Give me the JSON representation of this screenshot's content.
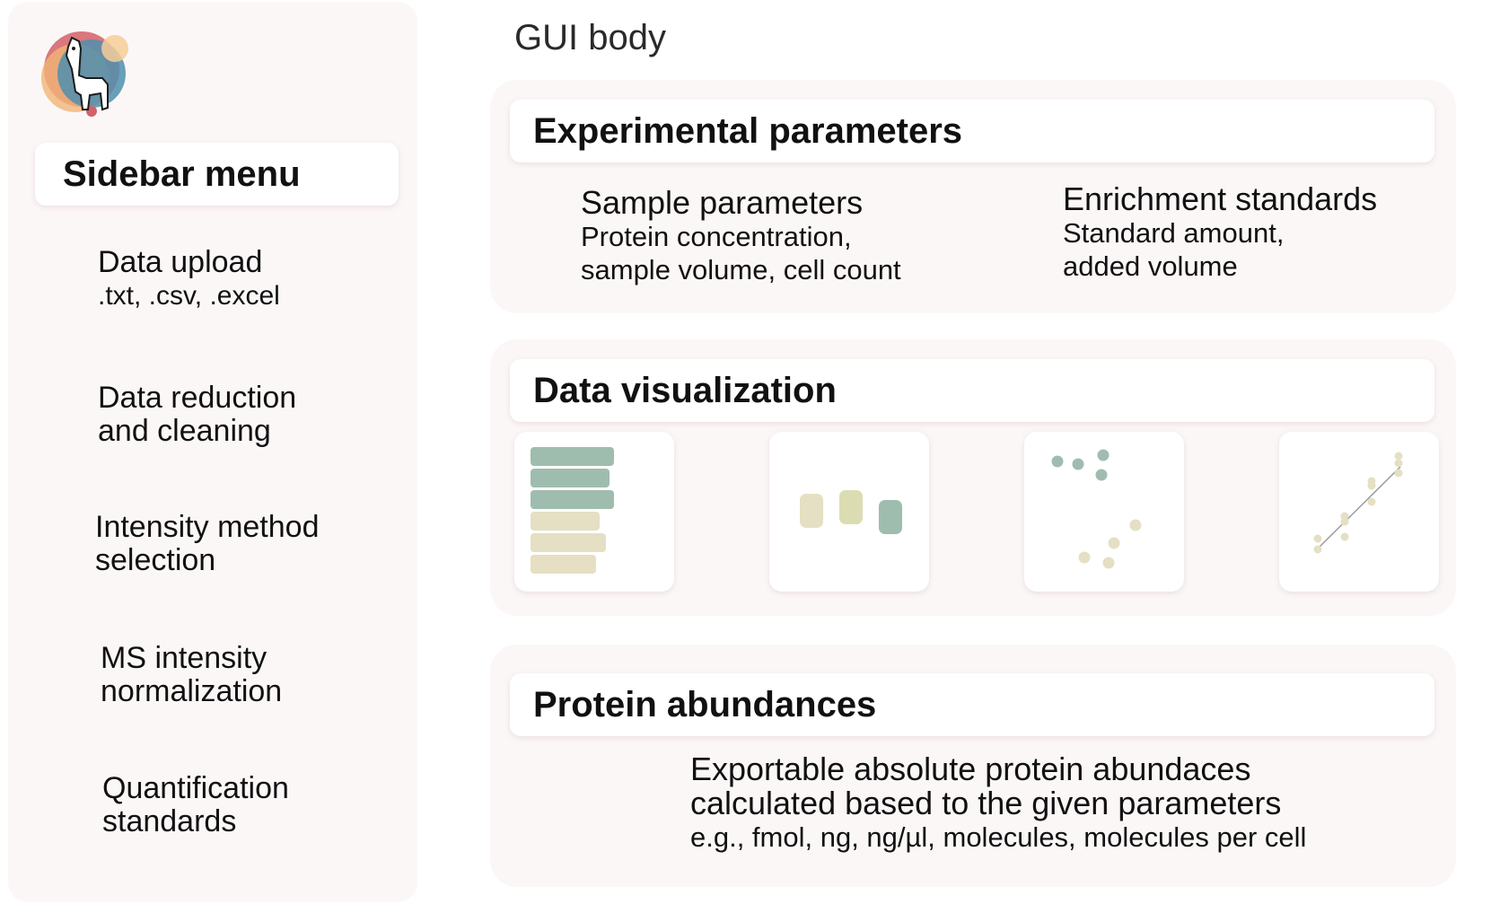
{
  "sidebar": {
    "title": "Sidebar menu",
    "items": [
      {
        "label": "Data upload",
        "sub": ".txt, .csv, .excel"
      },
      {
        "label": "Data reduction and cleaning"
      },
      {
        "label": "Intensity method selection"
      },
      {
        "label": "MS intensity normalization"
      },
      {
        "label": "Quantification standards"
      }
    ]
  },
  "body": {
    "title": "GUI body",
    "experimental": {
      "title": "Experimental parameters",
      "sample": {
        "title": "Sample parameters",
        "desc": "Protein concentration, sample volume, cell count"
      },
      "enrichment": {
        "title": "Enrichment standards",
        "desc": "Standard amount, added volume"
      }
    },
    "visualization": {
      "title": "Data visualization",
      "thumbnails": [
        "bar-chart-icon",
        "box-plot-icon",
        "scatter-plot-icon",
        "regression-plot-icon"
      ]
    },
    "abundances": {
      "title": "Protein abundances",
      "line1": "Exportable absolute protein abundaces",
      "line2": "calculated based to the given parameters",
      "units": "e.g., fmol, ng, ng/µl, molecules, molecules per cell"
    }
  },
  "colors": {
    "panel": "#fcf7f7",
    "green": "#9fbdaf",
    "beige": "#e5dfc4",
    "olive": "#dcdcb2",
    "logo_red": "#d3606a",
    "logo_blue": "#4f8fae",
    "logo_orange": "#f0b476"
  }
}
